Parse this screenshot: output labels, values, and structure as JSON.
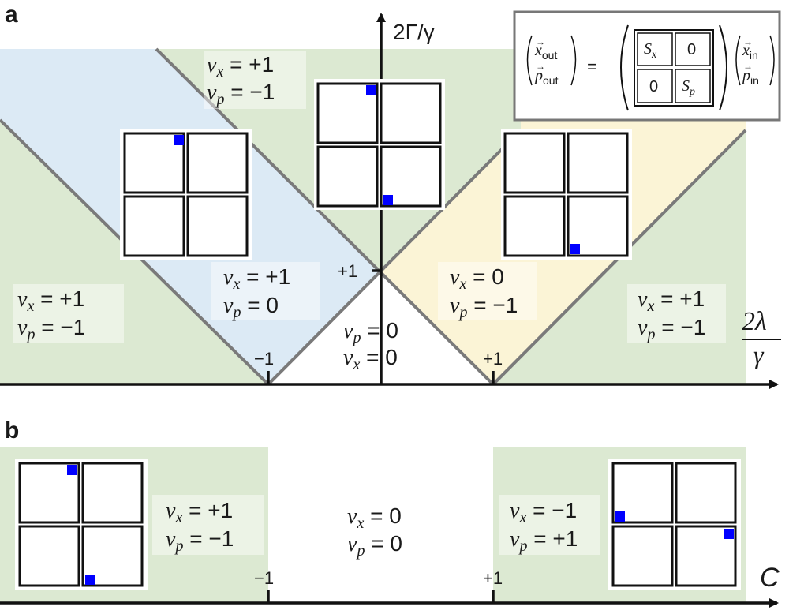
{
  "panel_a": {
    "letter": "a",
    "y_axis_label": "2Γ/γ",
    "x_axis_label_num": "2λ",
    "x_axis_label_den": "γ",
    "tick_minus1": "−1",
    "tick_plus1": "+1",
    "tick_y_plus1": "+1",
    "regions": [
      {
        "id": "left",
        "vx": "+1",
        "vp": "−1"
      },
      {
        "id": "top",
        "vx": "+1",
        "vp": "−1"
      },
      {
        "id": "blue",
        "vx": "+1",
        "vp": "0"
      },
      {
        "id": "center",
        "vp": "0",
        "vx": "0"
      },
      {
        "id": "yellow",
        "vx": "0",
        "vp": "−1"
      },
      {
        "id": "right",
        "vx": "+1",
        "vp": "−1"
      }
    ],
    "equation": {
      "x_out": "x",
      "x_out_sub": "out",
      "p_out": "p",
      "p_out_sub": "out",
      "equals": "=",
      "Sx": "S",
      "Sx_sub": "x",
      "zero": "0",
      "Sp": "S",
      "Sp_sub": "p",
      "x_in": "x",
      "x_in_sub": "in",
      "p_in": "p",
      "p_in_sub": "in"
    }
  },
  "panel_b": {
    "letter": "b",
    "x_axis_label": "C",
    "tick_minus1": "−1",
    "tick_plus1": "+1",
    "regions": [
      {
        "id": "left",
        "vx": "+1",
        "vp": "−1"
      },
      {
        "id": "center",
        "vx": "0",
        "vp": "0"
      },
      {
        "id": "right",
        "vx": "−1",
        "vp": "+1"
      }
    ]
  },
  "colors": {
    "green": "#dce9d2",
    "blue": "#dceaf5",
    "yellow": "#fbf4d6",
    "axis": "#111111",
    "boundary": "#7a7a7a",
    "marker": "#0000ff"
  }
}
